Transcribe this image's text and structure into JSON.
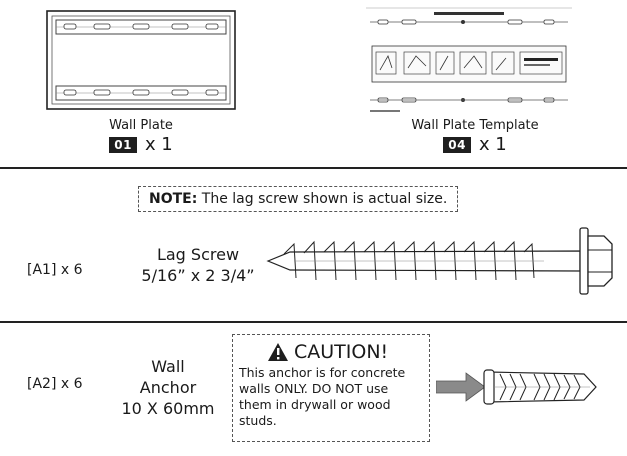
{
  "wall_plate": {
    "label": "Wall Plate",
    "badge": "01",
    "qty": "x 1"
  },
  "template": {
    "label": "Wall Plate Template",
    "badge": "04",
    "qty": "x 1"
  },
  "note": {
    "prefix": "NOTE:",
    "text": " The lag screw shown is actual size."
  },
  "lag_screw": {
    "id": "[A1] x 6",
    "name_line1": "Lag Screw",
    "name_line2": "5/16” x 2 3/4”"
  },
  "anchor": {
    "id": "[A2] x 6",
    "name_line1": "Wall",
    "name_line2": "Anchor",
    "name_line3": "10 X 60mm"
  },
  "caution": {
    "title": "CAUTION!",
    "line1": "This anchor is for concrete",
    "line2": "walls ONLY. DO NOT use",
    "line3": "them in drywall or wood",
    "line4": "studs."
  },
  "colors": {
    "ink": "#1f1f1f",
    "arrow": "#8a8a8a"
  }
}
